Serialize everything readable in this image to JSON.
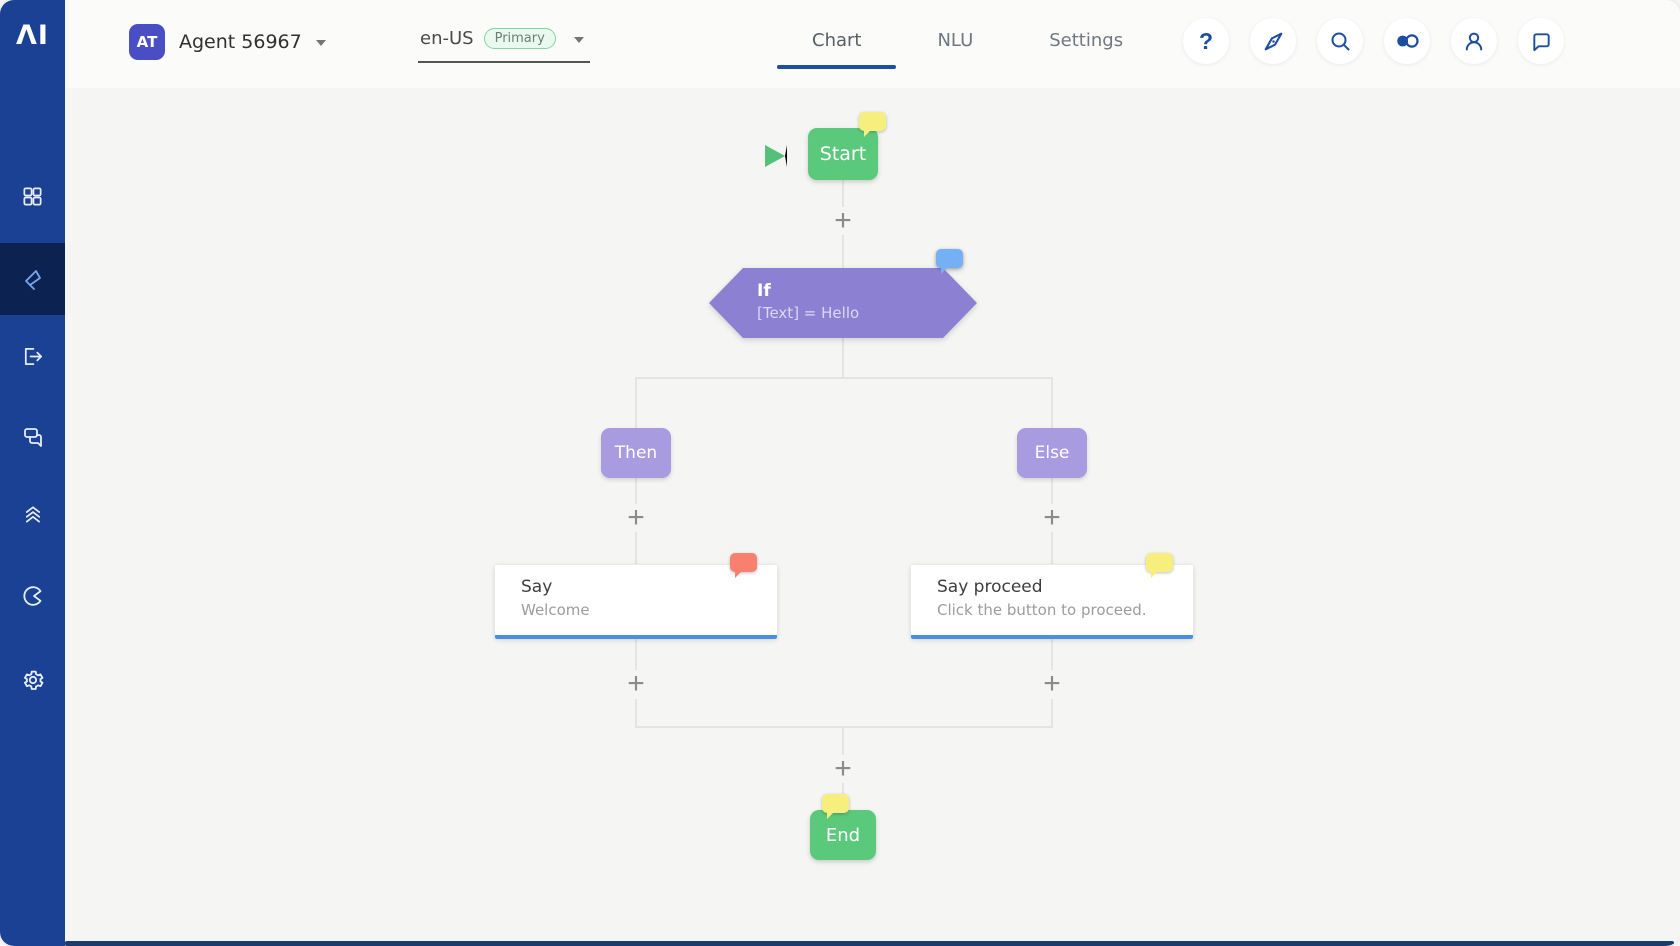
{
  "sidebar": {
    "logo": "ΛI",
    "items": [
      {
        "icon": "grid-icon"
      },
      {
        "icon": "flag-icon",
        "selected": true
      },
      {
        "icon": "exit-icon"
      },
      {
        "icon": "chat-bubbles-icon"
      },
      {
        "icon": "chevrons-icon"
      },
      {
        "icon": "gauge-icon"
      },
      {
        "icon": "gear-icon"
      }
    ]
  },
  "header": {
    "avatar_text": "AT",
    "agent_name": "Agent 56967",
    "locale": "en-US",
    "locale_badge": "Primary",
    "help_glyph": "?",
    "tabs": [
      {
        "label": "Chart",
        "active": true
      },
      {
        "label": "NLU",
        "active": false
      },
      {
        "label": "Settings",
        "active": false
      }
    ],
    "action_icons": [
      "help-icon",
      "compass-icon",
      "search-icon",
      "toggle-icon",
      "user-icon",
      "chat-icon"
    ]
  },
  "flow": {
    "plus_symbol": "+",
    "start": {
      "label": "Start"
    },
    "if_node": {
      "title": "If",
      "condition": "[Text] = Hello"
    },
    "then_branch": {
      "label": "Then"
    },
    "else_branch": {
      "label": "Else"
    },
    "say_then": {
      "title": "Say",
      "subtitle": "Welcome"
    },
    "say_else": {
      "title": "Say proceed",
      "subtitle": "Click the button to proceed."
    },
    "end": {
      "label": "End"
    }
  },
  "colors": {
    "sidebar_blue": "#1b4194",
    "sidebar_selected": "#0c2250",
    "accent_blue": "#1d4fa1",
    "node_green": "#5bc97c",
    "if_purple": "#8b80d1",
    "branch_purple": "#a89be0",
    "card_accent_blue": "#4a90e2",
    "badge_yellow": "#f6ef7d",
    "badge_blue": "#74b0f3",
    "badge_red": "#f8806f"
  }
}
